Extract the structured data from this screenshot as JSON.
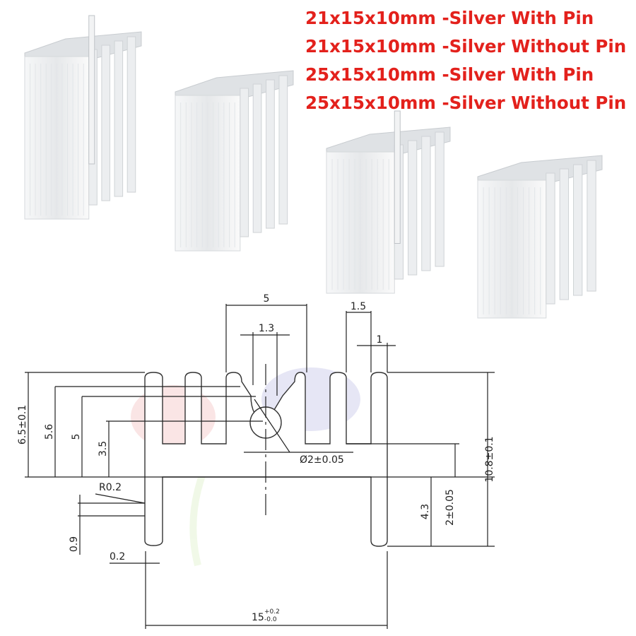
{
  "variants": [
    "21x15x10mm -Silver With Pin",
    "21x15x10mm -Silver Without Pin",
    "25x15x10mm -Silver With Pin",
    "25x15x10mm -Silver Without Pin"
  ],
  "photos": [
    {
      "name": "heatsink-21mm-with-pin",
      "pin": true
    },
    {
      "name": "heatsink-21mm-without-pin",
      "pin": false
    },
    {
      "name": "heatsink-25mm-with-pin",
      "pin": true
    },
    {
      "name": "heatsink-25mm-without-pin",
      "pin": false
    }
  ],
  "drawing": {
    "dims": {
      "slot_width": "5",
      "hole_gap": "1.3",
      "fin_gap": "1.5",
      "fin_thickness": "1",
      "height_total_left": "6.5±0.1",
      "height_5_6": "5.6",
      "height_5": "5",
      "height_3_5": "3.5",
      "radius": "R0.2",
      "step": "0.9",
      "offset": "0.2",
      "width": "15",
      "width_tol_upper": "+0.2",
      "width_tol_lower": "-0.0",
      "hole_diameter": "Ø2±0.05",
      "height_total_right": "10.8±0.1",
      "base_thickness": "2±0.05",
      "lower_height": "4.3"
    }
  },
  "colors": {
    "title": "#e3211c",
    "line": "#222222",
    "metal": "#eef0f2"
  }
}
